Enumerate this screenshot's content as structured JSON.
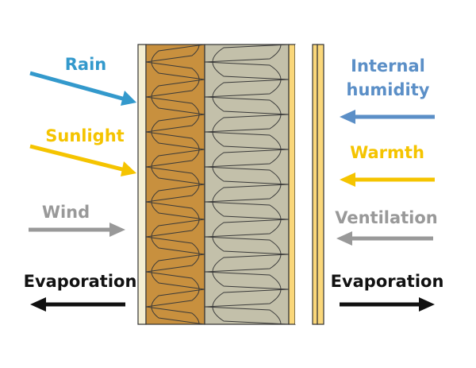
{
  "labels": {
    "rain": "Rain",
    "sunlight": "Sunlight",
    "wind": "Wind",
    "evaporation_left": "Evaporation",
    "internal_humidity_1": "Internal",
    "internal_humidity_2": "humidity",
    "warmth": "Warmth",
    "ventilation": "Ventilation",
    "evaporation_right": "Evaporation"
  },
  "colors": {
    "rain": "#3399cc",
    "sunlight": "#f5c400",
    "wind": "#999999",
    "evaporation": "#111111",
    "internal_humidity": "#5b8fc7",
    "ventilation": "#999999",
    "wood_fibre": "#c8903e",
    "insulation": "#c3c0aa",
    "membrane": "#fad77a",
    "render": "#f4eed2",
    "outline": "#333333"
  }
}
